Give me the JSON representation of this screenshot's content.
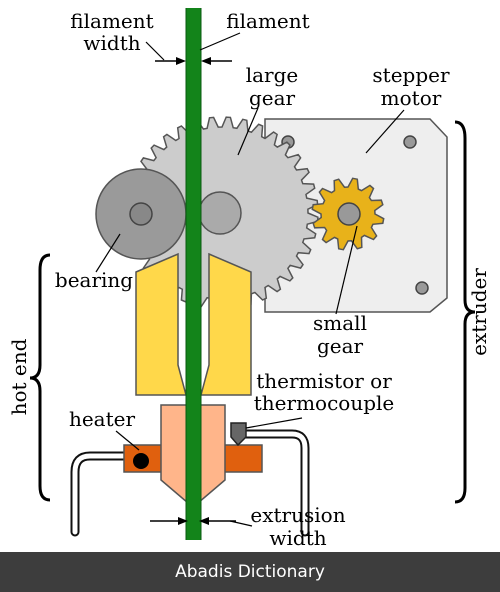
{
  "labels": {
    "filament_width_1": "filament",
    "filament_width_2": "width",
    "filament": "filament",
    "large_gear_1": "large",
    "large_gear_2": "gear",
    "stepper_motor_1": "stepper",
    "stepper_motor_2": "motor",
    "bearing": "bearing",
    "small_gear_1": "small",
    "small_gear_2": "gear",
    "hot_end": "hot end",
    "extruder": "extruder",
    "thermistor_1": "thermistor or",
    "thermistor_2": "thermocouple",
    "heater": "heater",
    "extrusion_width_1": "extrusion",
    "extrusion_width_2": "width"
  },
  "footer": {
    "text": "Abadis Dictionary"
  },
  "colors": {
    "filament": "#13841a",
    "large_gear": "#cccccc",
    "motor_plate": "#eeeeee",
    "bearing": "#9a9a9a",
    "small_gear": "#e8b21a",
    "cold_block": "#ffd84a",
    "nozzle": "#ffb58a",
    "heater_block": "#e0600e",
    "footer_bg": "#3d3d3d"
  }
}
